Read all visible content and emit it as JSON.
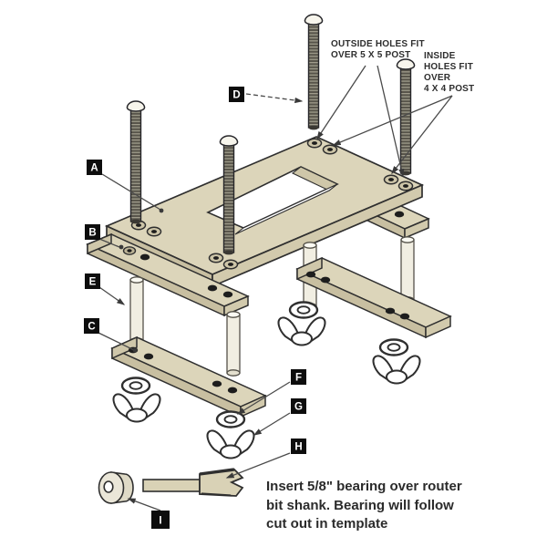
{
  "figure": {
    "title_hidden": "",
    "part_labels": {
      "a": "A",
      "b": "B",
      "c": "C",
      "d": "D",
      "e": "E",
      "f": "F",
      "g": "G",
      "h": "H",
      "i": "I"
    },
    "callouts": {
      "outside_holes": {
        "lines": [
          "OUTSIDE HOLES FIT",
          "OVER 5 X 5 POST"
        ]
      },
      "inside_holes": {
        "lines": [
          "INSIDE",
          "HOLES FIT",
          "OVER",
          "4 X 4 POST"
        ]
      }
    },
    "instruction": {
      "lines": [
        "Insert 5/8\" bearing over router",
        "bit shank. Bearing will follow",
        "cut out in template"
      ]
    },
    "colors": {
      "background": "#ffffff",
      "wood_top": "#dcd5ba",
      "wood_front": "#c8bfa1",
      "wood_end": "#d2caad",
      "outline": "#2f2f2f",
      "thread_dark": "#57544a",
      "thread_light": "#a09d8c",
      "label_bg": "#0d0d0d",
      "label_fg": "#ffffff"
    }
  }
}
